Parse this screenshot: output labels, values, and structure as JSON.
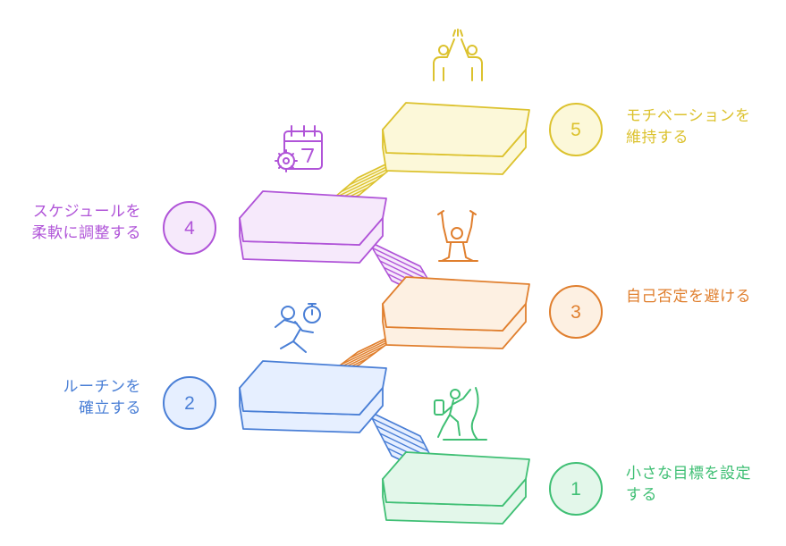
{
  "steps": [
    {
      "number": "1",
      "line1": "小さな目標を設定",
      "line2": "する",
      "color": "#3fbf74",
      "fill": "#e3f7ea",
      "icon": "climbing-person-icon"
    },
    {
      "number": "2",
      "line1": "ルーチンを",
      "line2": "確立する",
      "color": "#4a7fd6",
      "fill": "#e6efff",
      "icon": "running-person-stopwatch-icon"
    },
    {
      "number": "3",
      "line1": "自己否定を避ける",
      "line2": "",
      "color": "#e07f2e",
      "fill": "#fdf0e2",
      "icon": "person-breaking-chains-icon"
    },
    {
      "number": "4",
      "line1": "スケジュールを",
      "line2": "柔軟に調整する",
      "color": "#b054d8",
      "fill": "#f6e9fb",
      "icon": "calendar-gear-icon"
    },
    {
      "number": "5",
      "line1": "モチベーションを",
      "line2": "維持する",
      "color": "#dcc22e",
      "fill": "#fcf8d9",
      "icon": "high-five-icon"
    }
  ]
}
